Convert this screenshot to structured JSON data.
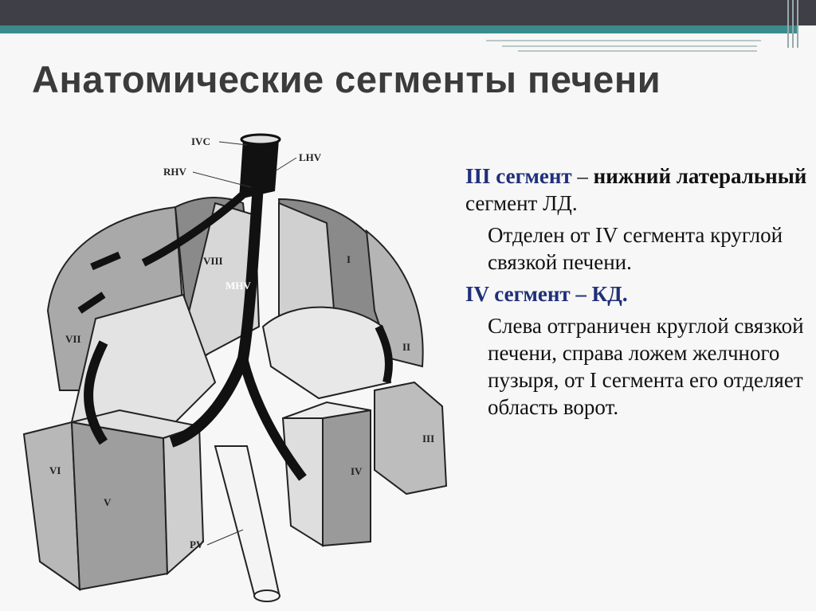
{
  "title": "Анатомические сегменты печени",
  "diagram": {
    "labels": {
      "ivc": "IVC",
      "rhv": "RHV",
      "lhv": "LHV",
      "mhv": "MHV",
      "pv": "PV",
      "s1": "I",
      "s2": "II",
      "s3": "III",
      "s4": "IV",
      "s5": "V",
      "s6": "VI",
      "s7": "VII",
      "s8": "VIII"
    }
  },
  "text": {
    "seg3_head": "III сегмент",
    "seg3_dash": " – ",
    "seg3_bold": "нижний латеральный",
    "seg3_rest": " сегмент ЛД.",
    "seg3_desc": "Отделен от IV сегмента круглой связкой печени.",
    "seg4_head": "IV  сегмент – КД.",
    "seg4_desc": "Слева отграничен круглой связкой печени, справа ложем желчного пузыря, от I сегмента его отделяет область ворот."
  }
}
